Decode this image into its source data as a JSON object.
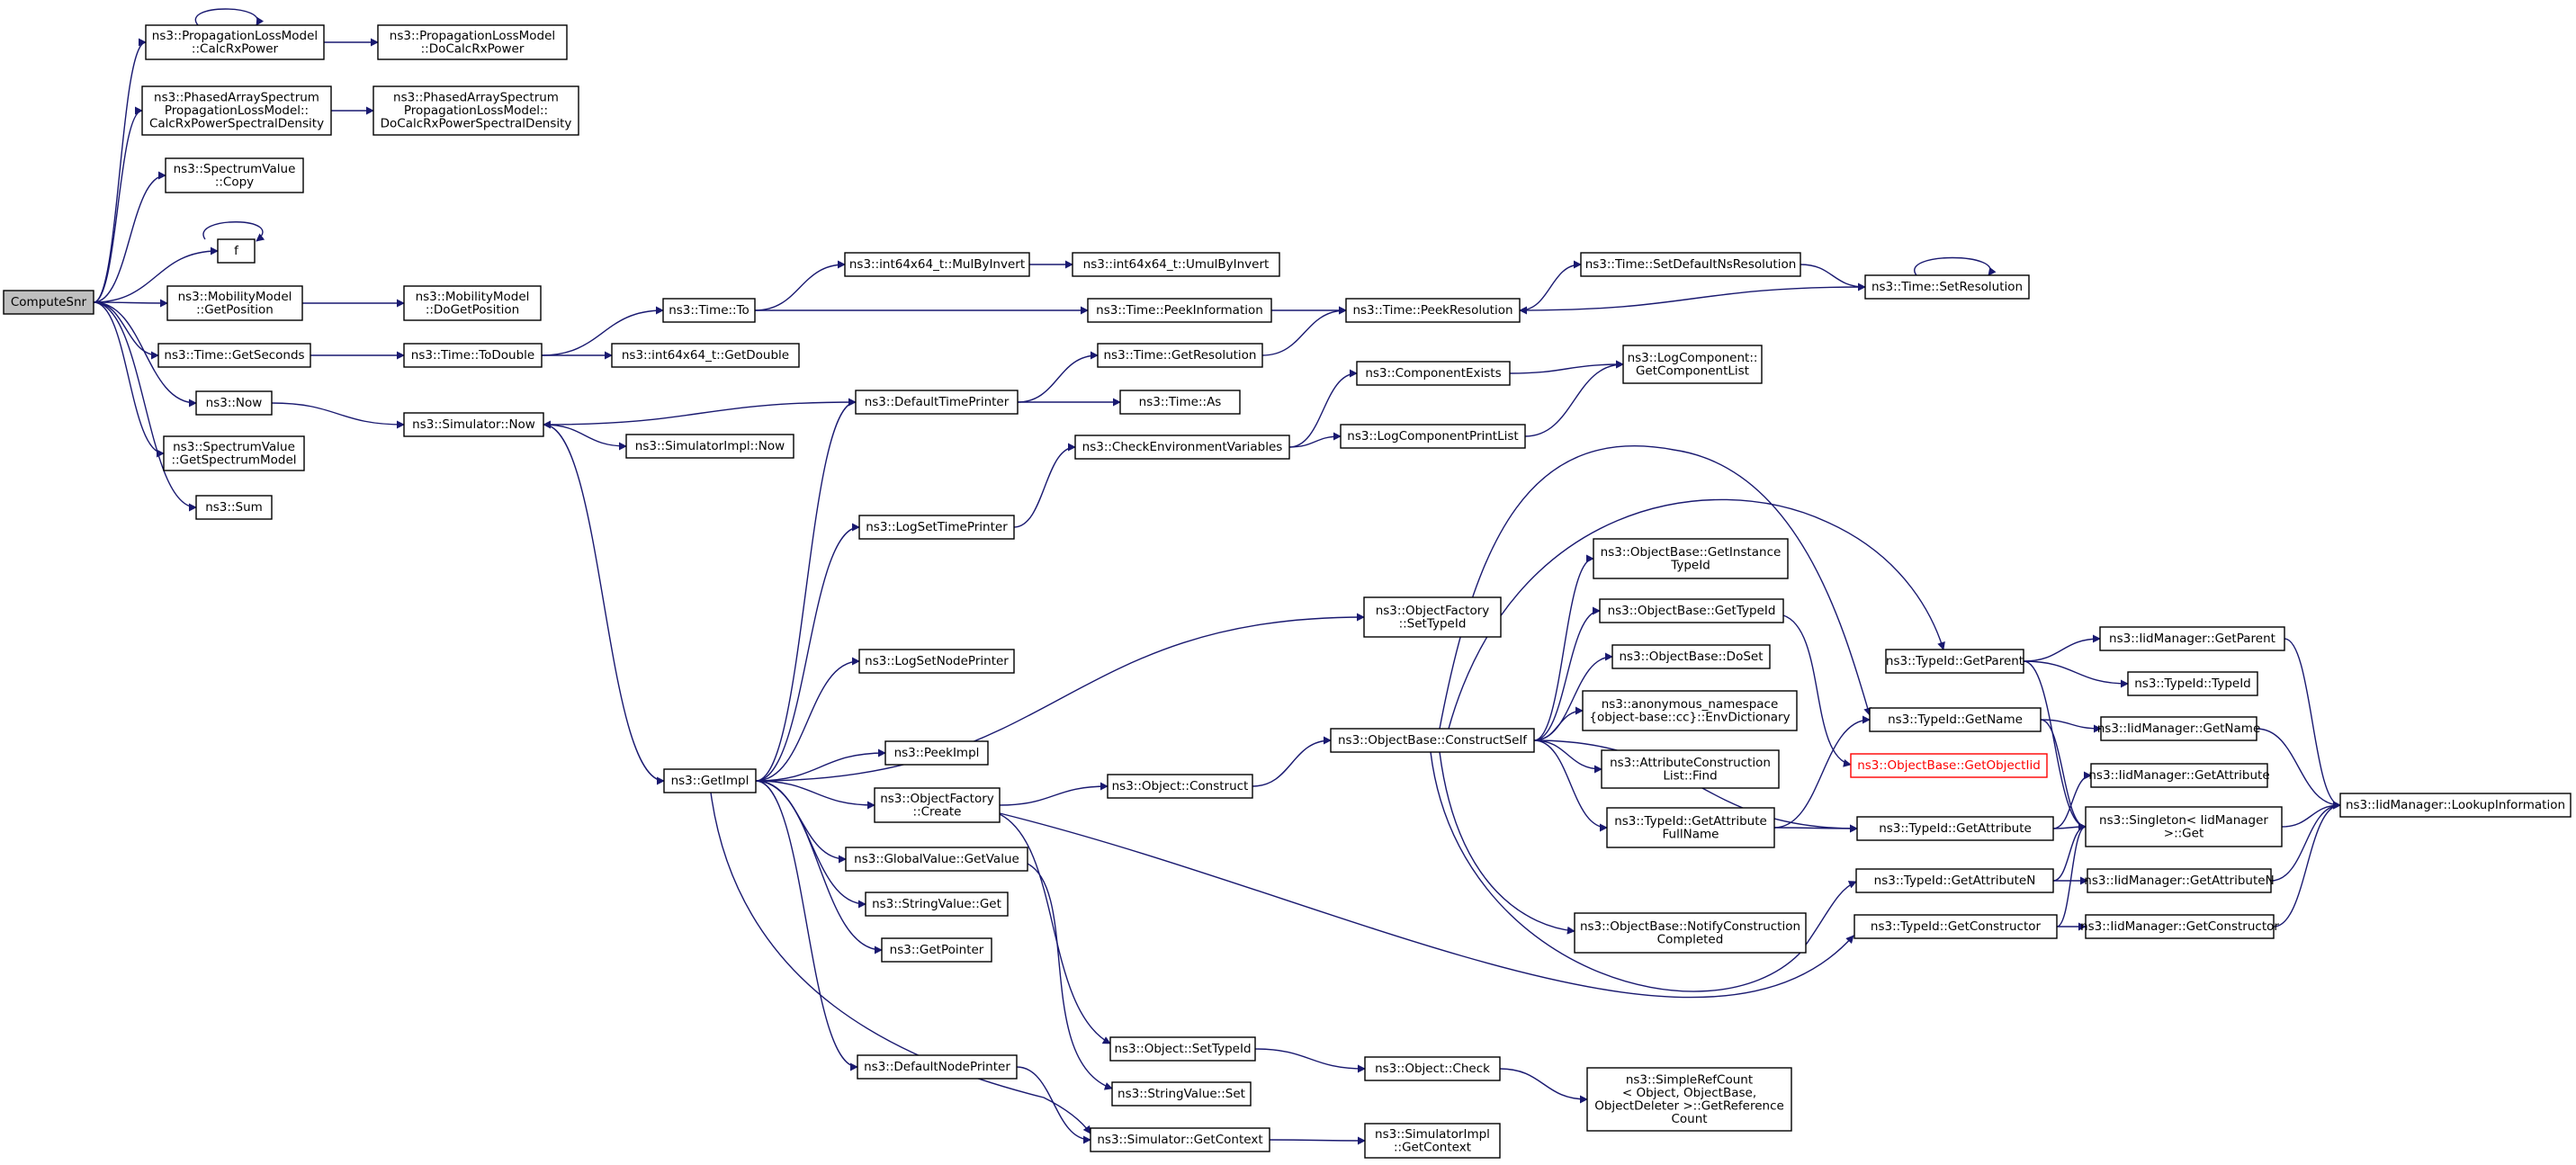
{
  "title": "",
  "colors": {
    "edge": "#191970",
    "root_fill": "#bfbfbf",
    "broken_link": "#ff0000",
    "node_border": "#000000"
  },
  "nodes": {
    "computesnr": [
      "ComputeSnr"
    ],
    "prop_calc": [
      "ns3::PropagationLossModel",
      "::CalcRxPower"
    ],
    "prop_docalc": [
      "ns3::PropagationLossModel",
      "::DoCalcRxPower"
    ],
    "phased_calc": [
      "ns3::PhasedArraySpectrum",
      "PropagationLossModel::",
      "CalcRxPowerSpectralDensity"
    ],
    "phased_docalc": [
      "ns3::PhasedArraySpectrum",
      "PropagationLossModel::",
      "DoCalcRxPowerSpectralDensity"
    ],
    "spectrum_copy": [
      "ns3::SpectrumValue",
      "::Copy"
    ],
    "f": [
      "f"
    ],
    "mob_getpos": [
      "ns3::MobilityModel",
      "::GetPosition"
    ],
    "mob_dogetpos": [
      "ns3::MobilityModel",
      "::DoGetPosition"
    ],
    "time_getseconds": [
      "ns3::Time::GetSeconds"
    ],
    "now": [
      "ns3::Now"
    ],
    "spectrum_getmodel": [
      "ns3::SpectrumValue",
      "::GetSpectrumModel"
    ],
    "sum": [
      "ns3::Sum"
    ],
    "time_todouble": [
      "ns3::Time::ToDouble"
    ],
    "simulator_now": [
      "ns3::Simulator::Now"
    ],
    "time_to": [
      "ns3::Time::To"
    ],
    "int64_getdouble": [
      "ns3::int64x64_t::GetDouble"
    ],
    "simimpl_now": [
      "ns3::SimulatorImpl::Now"
    ],
    "int64_mulbyinvert": [
      "ns3::int64x64_t::MulByInvert"
    ],
    "int64_umulbyinvert": [
      "ns3::int64x64_t::UmulByInvert"
    ],
    "time_peekinfo": [
      "ns3::Time::PeekInformation"
    ],
    "time_peekres": [
      "ns3::Time::PeekResolution"
    ],
    "time_setdefaultns": [
      "ns3::Time::SetDefaultNsResolution"
    ],
    "time_setres": [
      "ns3::Time::SetResolution"
    ],
    "time_getres": [
      "ns3::Time::GetResolution"
    ],
    "default_time_printer": [
      "ns3::DefaultTimePrinter"
    ],
    "time_as": [
      "ns3::Time::As"
    ],
    "component_exists": [
      "ns3::ComponentExists"
    ],
    "logcomp_getlist": [
      "ns3::LogComponent::",
      "GetComponentList"
    ],
    "check_env": [
      "ns3::CheckEnvironmentVariables"
    ],
    "logcomp_printlist": [
      "ns3::LogComponentPrintList"
    ],
    "log_set_time_printer": [
      "ns3::LogSetTimePrinter"
    ],
    "getimpl": [
      "ns3::GetImpl"
    ],
    "log_set_node_printer": [
      "ns3::LogSetNodePrinter"
    ],
    "peekimpl": [
      "ns3::PeekImpl"
    ],
    "objfactory_create": [
      "ns3::ObjectFactory",
      "::Create"
    ],
    "globalvalue_getvalue": [
      "ns3::GlobalValue::GetValue"
    ],
    "stringvalue_get": [
      "ns3::StringValue::Get"
    ],
    "getpointer": [
      "ns3::GetPointer"
    ],
    "default_node_printer": [
      "ns3::DefaultNodePrinter"
    ],
    "simulator_getcontext": [
      "ns3::Simulator::GetContext"
    ],
    "object_construct": [
      "ns3::Object::Construct"
    ],
    "object_settypeid": [
      "ns3::Object::SetTypeId"
    ],
    "stringvalue_set": [
      "ns3::StringValue::Set"
    ],
    "object_check": [
      "ns3::Object::Check"
    ],
    "simimpl_getcontext": [
      "ns3::SimulatorImpl",
      "::GetContext"
    ],
    "simplerefcount_getref": [
      "ns3::SimpleRefCount",
      "< Object, ObjectBase,",
      " ObjectDeleter >::GetReference",
      "Count"
    ],
    "objfactory_settypeid": [
      "ns3::ObjectFactory",
      "::SetTypeId"
    ],
    "objbase_constructself": [
      "ns3::ObjectBase::ConstructSelf"
    ],
    "objbase_getinstancetypeid": [
      "ns3::ObjectBase::GetInstance",
      "TypeId"
    ],
    "objbase_gettypeid": [
      "ns3::ObjectBase::GetTypeId"
    ],
    "objbase_doset": [
      "ns3::ObjectBase::DoSet"
    ],
    "envdictionary": [
      "ns3::anonymous_namespace",
      "{object-base::cc}::EnvDictionary"
    ],
    "attrconstruction_find": [
      "ns3::AttributeConstruction",
      "List::Find"
    ],
    "typeid_getattrfullname": [
      "ns3::TypeId::GetAttribute",
      "FullName"
    ],
    "objbase_notifyconstruction": [
      "ns3::ObjectBase::NotifyConstruction",
      "Completed"
    ],
    "typeid_getparent": [
      "ns3::TypeId::GetParent"
    ],
    "typeid_getname": [
      "ns3::TypeId::GetName"
    ],
    "objbase_getobjectiid": [
      "ns3::ObjectBase::GetObjectIid"
    ],
    "typeid_getattribute": [
      "ns3::TypeId::GetAttribute"
    ],
    "typeid_getattributen": [
      "ns3::TypeId::GetAttributeN"
    ],
    "typeid_getconstructor": [
      "ns3::TypeId::GetConstructor"
    ],
    "iid_getparent": [
      "ns3::IidManager::GetParent"
    ],
    "typeid_typeid": [
      "ns3::TypeId::TypeId"
    ],
    "iid_getname": [
      "ns3::IidManager::GetName"
    ],
    "iid_getattribute": [
      "ns3::IidManager::GetAttribute"
    ],
    "singleton_get": [
      "ns3::Singleton< IidManager",
      " >::Get"
    ],
    "iid_getattributen": [
      "ns3::IidManager::GetAttributeN"
    ],
    "iid_getconstructor": [
      "ns3::IidManager::GetConstructor"
    ],
    "iid_lookupinfo": [
      "ns3::IidManager::LookupInformation"
    ]
  }
}
